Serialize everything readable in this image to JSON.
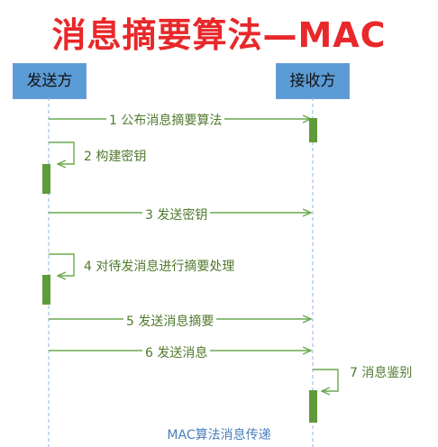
{
  "title": "消息摘要算法—MAC",
  "caption": "MAC算法消息传递",
  "colors": {
    "title": "#e8282a",
    "actor_fill": "#5b9bd5",
    "lifeline": "#8fb4e3",
    "arrow": "#6aa84f",
    "activation": "#5f9b3a",
    "message_text": "#4f7a2d",
    "caption": "#4a7ebb"
  },
  "actors": {
    "sender": "发送方",
    "receiver": "接收方"
  },
  "messages": [
    {
      "label": "1 公布消息摘要算法",
      "from": "sender",
      "to": "receiver",
      "kind": "call"
    },
    {
      "label": "2 构建密钥",
      "from": "sender",
      "to": "sender",
      "kind": "self"
    },
    {
      "label": "3 发送密钥",
      "from": "sender",
      "to": "receiver",
      "kind": "call"
    },
    {
      "label": "4 对待发消息进行摘要处理",
      "from": "sender",
      "to": "sender",
      "kind": "self"
    },
    {
      "label": "5 发送消息摘要",
      "from": "sender",
      "to": "receiver",
      "kind": "call"
    },
    {
      "label": "6 发送消息",
      "from": "sender",
      "to": "receiver",
      "kind": "call"
    },
    {
      "label": "7 消息鉴别",
      "from": "receiver",
      "to": "receiver",
      "kind": "self"
    }
  ]
}
